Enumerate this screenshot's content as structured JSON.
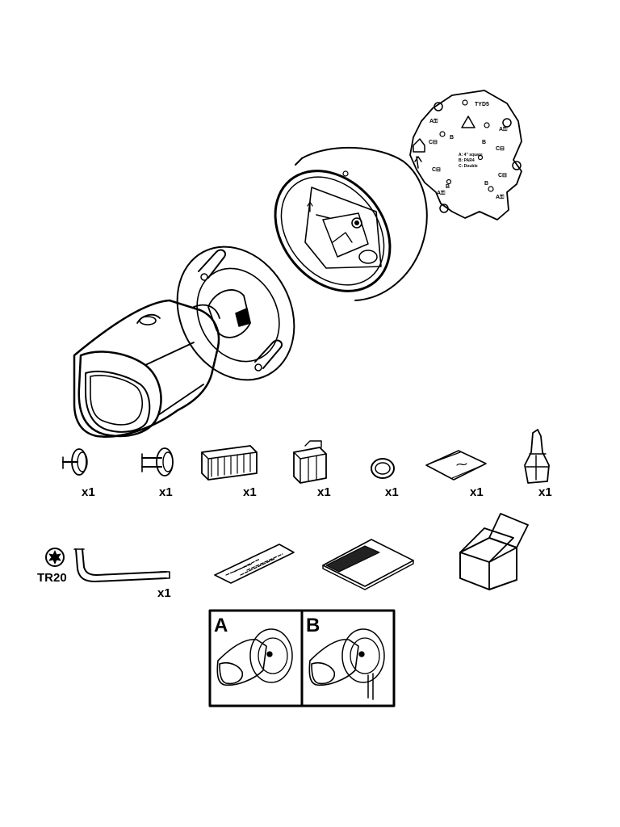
{
  "mount_plate": {
    "code": "TYD5",
    "marks": [
      "A⚿",
      "A⚿",
      "A⚿",
      "A⚿",
      "C⊟",
      "C⊟",
      "C⊟",
      "C⊟",
      "B",
      "B",
      "B",
      "B"
    ],
    "legend": [
      "A: 4″ square",
      "B: PAR4",
      "C: Double"
    ]
  },
  "accessories": [
    {
      "id": "grommet-single",
      "qty": "x1"
    },
    {
      "id": "grommet-double",
      "qty": "x1"
    },
    {
      "id": "terminal-block-large",
      "qty": "x1"
    },
    {
      "id": "terminal-block-small",
      "qty": "x1"
    },
    {
      "id": "sealing-ring",
      "qty": "x1"
    },
    {
      "id": "desiccant-bag",
      "qty": "x1"
    },
    {
      "id": "cable-gland",
      "qty": "x1"
    }
  ],
  "torx_key": {
    "size": "TR20",
    "qty": "x1"
  },
  "options": [
    {
      "letter": "A"
    },
    {
      "letter": "B"
    }
  ]
}
